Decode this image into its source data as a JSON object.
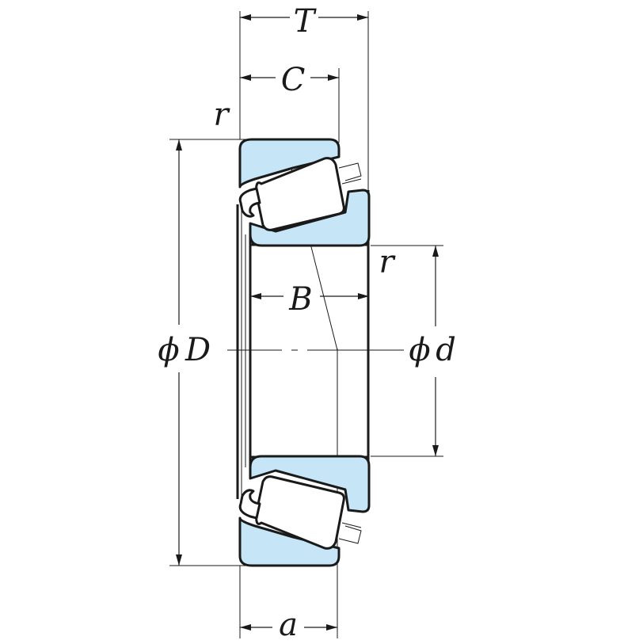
{
  "colors": {
    "ring_fill": "#c6e6f7",
    "line": "#1a1a1a",
    "background": "#ffffff"
  },
  "labels": {
    "T": "T",
    "C": "C",
    "r_top": "r",
    "r_mid": "r",
    "B": "B",
    "phi_D_symbol": "ϕ",
    "phi_D": "D",
    "phi_d_symbol": "ϕ",
    "phi_d": "d",
    "a": "a"
  }
}
